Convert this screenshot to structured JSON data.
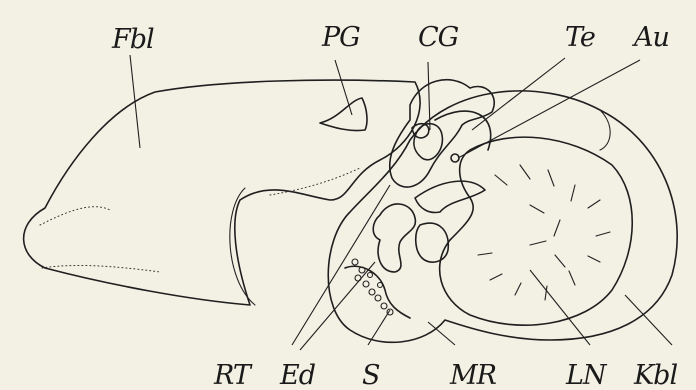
{
  "labels": {
    "fbl": "Fbl",
    "pg": "PG",
    "cg": "CG",
    "te": "Te",
    "au": "Au",
    "rt": "RT",
    "ed": "Ed",
    "s": "S",
    "mr": "MR",
    "ln": "LN",
    "kbl": "Kbl"
  },
  "colors": {
    "background": "#f3f1e4",
    "ink": "#1f1f1f",
    "stipple": "#3a3a3a"
  }
}
